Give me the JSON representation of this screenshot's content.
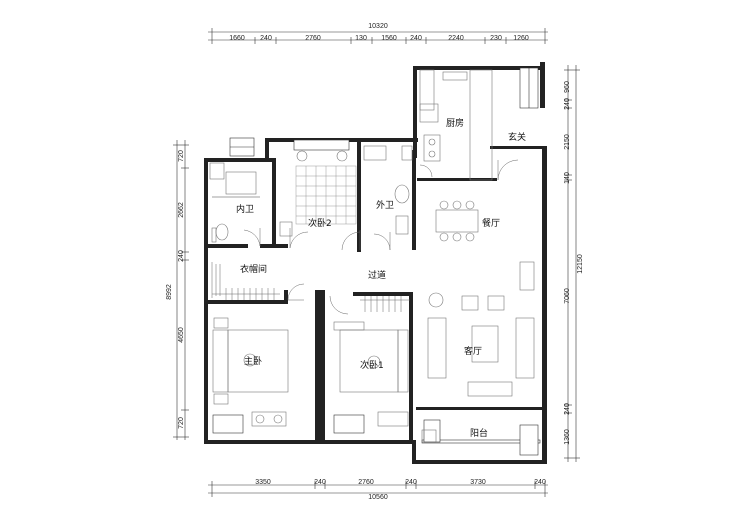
{
  "dimensions": {
    "top_total": "10320",
    "top_segments": [
      "1660",
      "240",
      "2760",
      "130",
      "1560",
      "240",
      "2240",
      "230",
      "1260"
    ],
    "bottom_segments": [
      "3350",
      "240",
      "2760",
      "240",
      "3730",
      "240"
    ],
    "bottom_total": "10560",
    "left_total": "8992",
    "left_segments": [
      "720",
      "2662",
      "240",
      "4650",
      "720"
    ],
    "right_total": "12150",
    "right_segments": [
      "960",
      "240",
      "2150",
      "140",
      "7060",
      "240",
      "1360"
    ]
  },
  "rooms": {
    "kitchen": "厨房",
    "entrance": "玄关",
    "inner_bath": "内卫",
    "bedroom2": "次卧2",
    "outer_bath": "外卫",
    "dining": "餐厅",
    "closet": "衣帽间",
    "hallway": "过道",
    "master_bedroom": "主卧",
    "bedroom1": "次卧1",
    "living_room": "客厅",
    "balcony": "阳台"
  }
}
